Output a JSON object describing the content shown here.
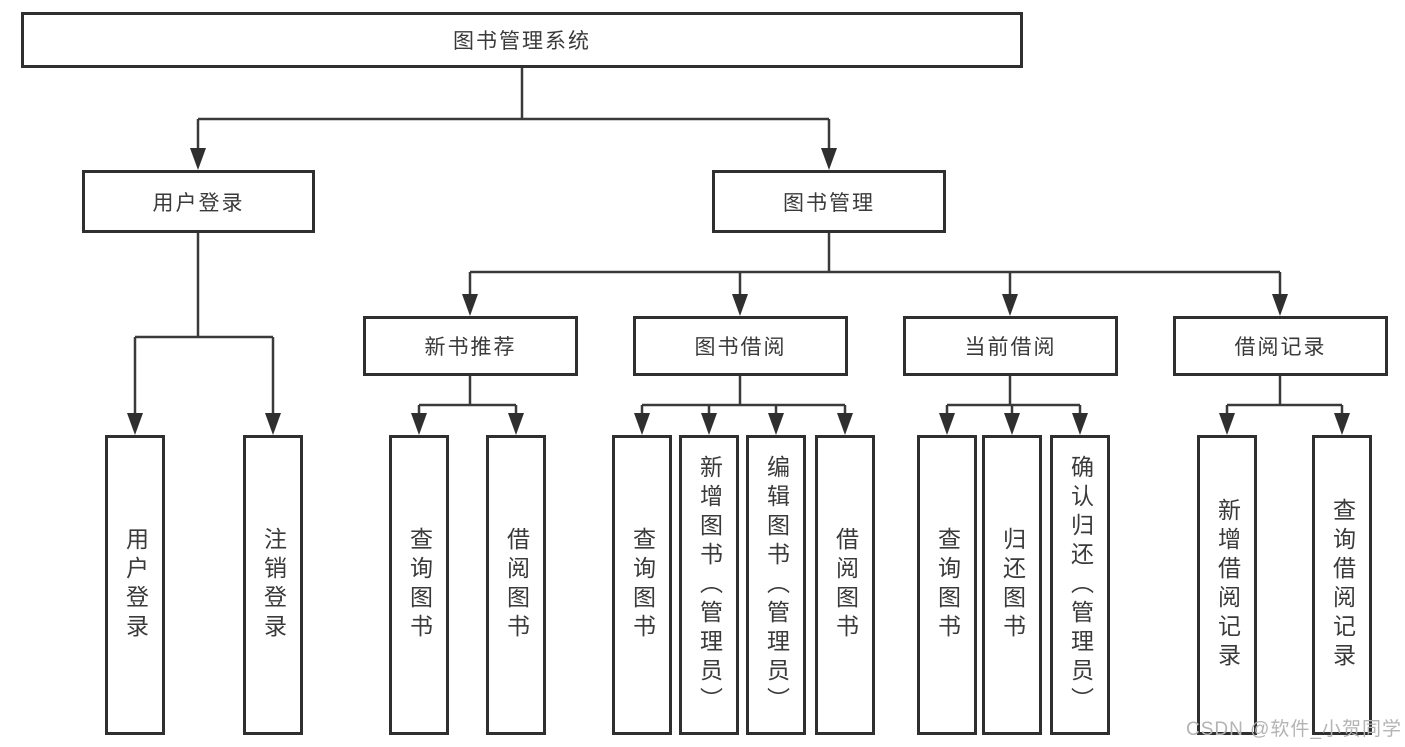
{
  "tree": {
    "label": "图书管理系统",
    "children": [
      {
        "label": "用户登录",
        "children": [
          {
            "label": "用户登录"
          },
          {
            "label": "注销登录"
          }
        ]
      },
      {
        "label": "图书管理",
        "children": [
          {
            "label": "新书推荐",
            "children": [
              {
                "label": "查询图书"
              },
              {
                "label": "借阅图书"
              }
            ]
          },
          {
            "label": "图书借阅",
            "children": [
              {
                "label": "查询图书"
              },
              {
                "label": "新增图书（管理员）"
              },
              {
                "label": "编辑图书（管理员）"
              },
              {
                "label": "借阅图书"
              }
            ]
          },
          {
            "label": "当前借阅",
            "children": [
              {
                "label": "查询图书"
              },
              {
                "label": "归还图书"
              },
              {
                "label": "确认归还（管理员）"
              }
            ]
          },
          {
            "label": "借阅记录",
            "children": [
              {
                "label": "新增借阅记录"
              },
              {
                "label": "查询借阅记录"
              }
            ]
          }
        ]
      }
    ]
  },
  "watermark": {
    "text": "CSDN @软件_小贺同学"
  },
  "colors": {
    "line": "#3a3a3a",
    "box_border": "#2f2f2f",
    "text": "#3a3a3a",
    "background": "#ffffff",
    "watermark": "#b4b4b4"
  }
}
